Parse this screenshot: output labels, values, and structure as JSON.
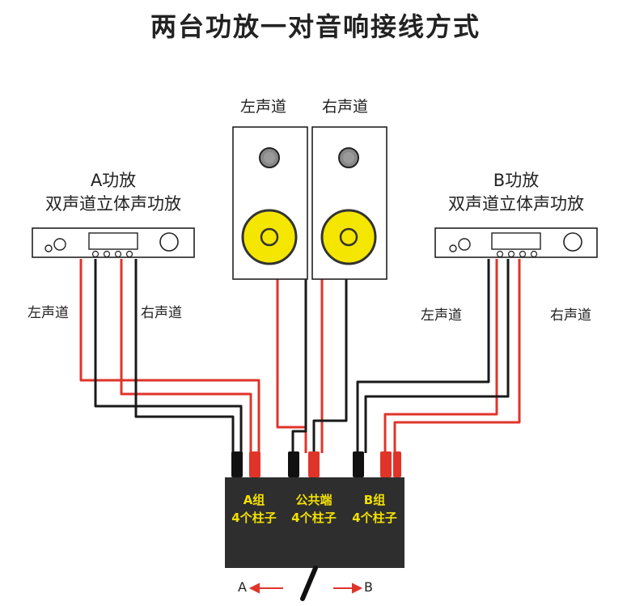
{
  "title": "两台功放一对音响接线方式",
  "speakers": {
    "left_label": "左声道",
    "right_label": "右声道"
  },
  "amp_a": {
    "title_line1": "A功放",
    "title_line2": "双声道立体声功放",
    "left_channel": "左声道",
    "right_channel": "右声道"
  },
  "amp_b": {
    "title_line1": "B功放",
    "title_line2": "双声道立体声功放",
    "left_channel": "左声道",
    "right_channel": "右声道"
  },
  "switch_box": {
    "group_a_line1": "A组",
    "group_a_line2": "4个柱子",
    "common_line1": "公共端",
    "common_line2": "4个柱子",
    "group_b_line1": "B组",
    "group_b_line2": "4个柱子",
    "arrow_a": "A",
    "arrow_b": "B"
  },
  "colors": {
    "red_wire": "#e0342a",
    "black_wire": "#1a1a1a",
    "woofer": "#f5e600",
    "box": "#2e2e2e",
    "box_text": "#f2e000"
  }
}
